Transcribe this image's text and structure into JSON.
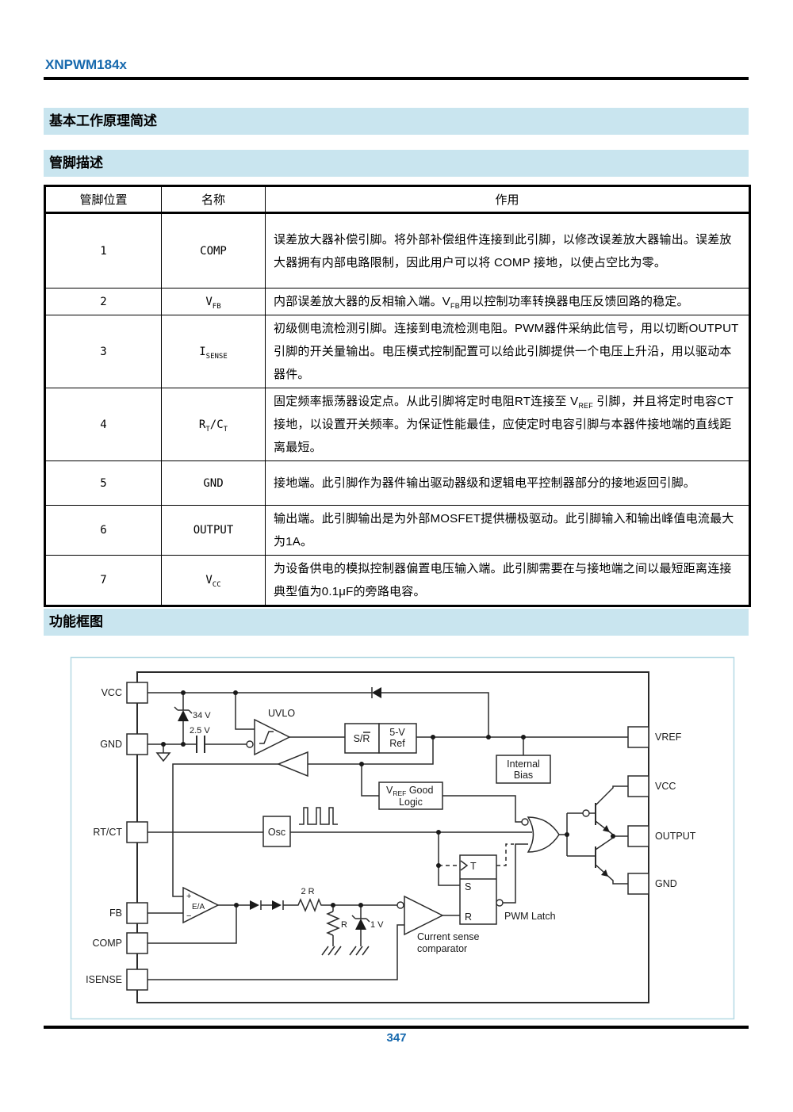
{
  "page": {
    "title": "XNPWM184x",
    "page_number": "347"
  },
  "sections": {
    "overview": "基本工作原理简述",
    "pins": "管脚描述",
    "block_diagram": "功能框图"
  },
  "pin_table": {
    "headers": [
      "管脚位置",
      "名称",
      "作用"
    ],
    "rows": [
      {
        "pos": "1",
        "name": [
          {
            "t": "COMP"
          }
        ],
        "desc": [
          {
            "t": "误差放大器补偿引脚。将外部补偿组件连接到此引脚，以修改误差放大器输出。误差放大器拥有内部电路限制，因此用户可以将 COMP 接地，以使占空比为零。"
          }
        ]
      },
      {
        "pos": "2",
        "name": [
          {
            "t": "V"
          },
          {
            "t": "FB",
            "sub": true
          }
        ],
        "desc": [
          {
            "t": "内部误差放大器的反相输入端。V"
          },
          {
            "t": "FB",
            "sub": true
          },
          {
            "t": "用以控制功率转换器电压反馈回路的稳定。"
          }
        ]
      },
      {
        "pos": "3",
        "name": [
          {
            "t": "I"
          },
          {
            "t": "SENSE",
            "sub": true
          }
        ],
        "desc": [
          {
            "t": "初级侧电流检测引脚。连接到电流检测电阻。PWM器件采纳此信号，用以切断OUTPUT 引脚的开关量输出。电压模式控制配置可以给此引脚提供一个电压上升沿，用以驱动本器件。"
          }
        ]
      },
      {
        "pos": "4",
        "name": [
          {
            "t": "R"
          },
          {
            "t": "T",
            "sub": true
          },
          {
            "t": "/C"
          },
          {
            "t": "T",
            "sub": true
          }
        ],
        "desc": [
          {
            "t": "固定频率振荡器设定点。从此引脚将定时电阻RT连接至 V"
          },
          {
            "t": "REF",
            "sub": true
          },
          {
            "t": " 引脚，并且将定时电容CT接地，以设置开关频率。为保证性能最佳，应使定时电容引脚与本器件接地端的直线距离最短。"
          }
        ]
      },
      {
        "pos": "5",
        "name": [
          {
            "t": "GND"
          }
        ],
        "desc": [
          {
            "t": "接地端。此引脚作为器件输出驱动器级和逻辑电平控制器部分的接地返回引脚。"
          }
        ]
      },
      {
        "pos": "6",
        "name": [
          {
            "t": "OUTPUT"
          }
        ],
        "desc": [
          {
            "t": "输出端。此引脚输出是为外部MOSFET提供栅极驱动。此引脚输入和输出峰值电流最大为1A。"
          }
        ]
      },
      {
        "pos": "7",
        "name": [
          {
            "t": "V"
          },
          {
            "t": "CC",
            "sub": true
          }
        ],
        "desc": [
          {
            "t": "为设备供电的模拟控制器偏置电压输入端。此引脚需要在与接地端之间以最短距离连接典型值为0.1μF的旁路电容。"
          }
        ]
      }
    ]
  },
  "diagram": {
    "pins_left": [
      "VCC",
      "GND",
      "RT/CT",
      "FB",
      "COMP",
      "ISENSE"
    ],
    "pins_right": [
      "VREF",
      "VCC",
      "OUTPUT",
      "GND"
    ],
    "labels": {
      "zener34": "34 V",
      "cap25": "2.5 V",
      "uvlo": "UVLO",
      "sr_prefix": "S/",
      "sr_r": "R",
      "ref5_l1": "5-V",
      "ref5_l2": "Ref",
      "bias_l1": "Internal",
      "bias_l2": "Bias",
      "vgood_v": "V",
      "vgood_sub": "REF",
      "vgood_rest": " Good",
      "vgood_l2": "Logic",
      "osc": "Osc",
      "two_r": "2 R",
      "r": "R",
      "one_v": "1 V",
      "latch_t": "T",
      "latch_s": "S",
      "latch_r": "R",
      "latch_label": "PWM Latch",
      "cs_l1": "Current sense",
      "cs_l2": "comparator",
      "ea": "E/A",
      "plus": "+",
      "minus": "−"
    }
  },
  "colors": {
    "accent_blue": "#1668ad",
    "section_bar": "#c9e5ef",
    "diagram_border": "#b5d9e4"
  }
}
